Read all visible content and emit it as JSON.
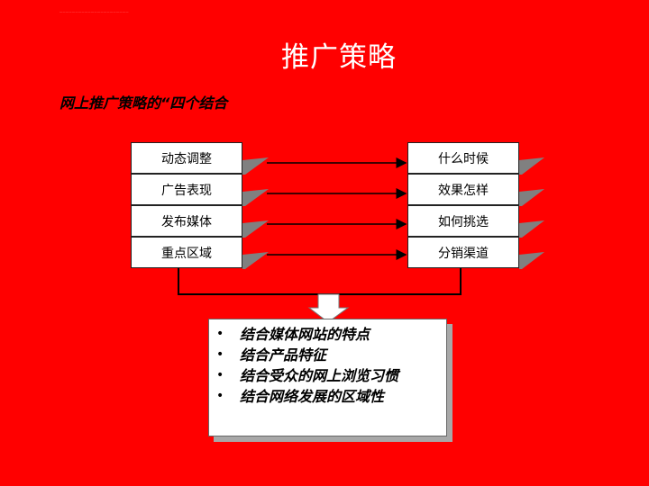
{
  "slide": {
    "header_note": "…………………………………………………………",
    "title": "推广策略",
    "subtitle": "网上推广策略的“四个结合"
  },
  "left_items": [
    "动态调整",
    "广告表现",
    "发布媒体",
    "重点区域"
  ],
  "right_items": [
    "什么时候",
    "效果怎样",
    "如何挑选",
    "分销渠道"
  ],
  "result": {
    "bullet": "•",
    "items": [
      "结合媒体网站的特点",
      "结合产品特征",
      "结合受众的网上浏览习惯",
      "结合网络发展的区域性"
    ]
  },
  "colors": {
    "background": "#ff0000",
    "shadow": "#808080",
    "title": "#ffffff"
  }
}
